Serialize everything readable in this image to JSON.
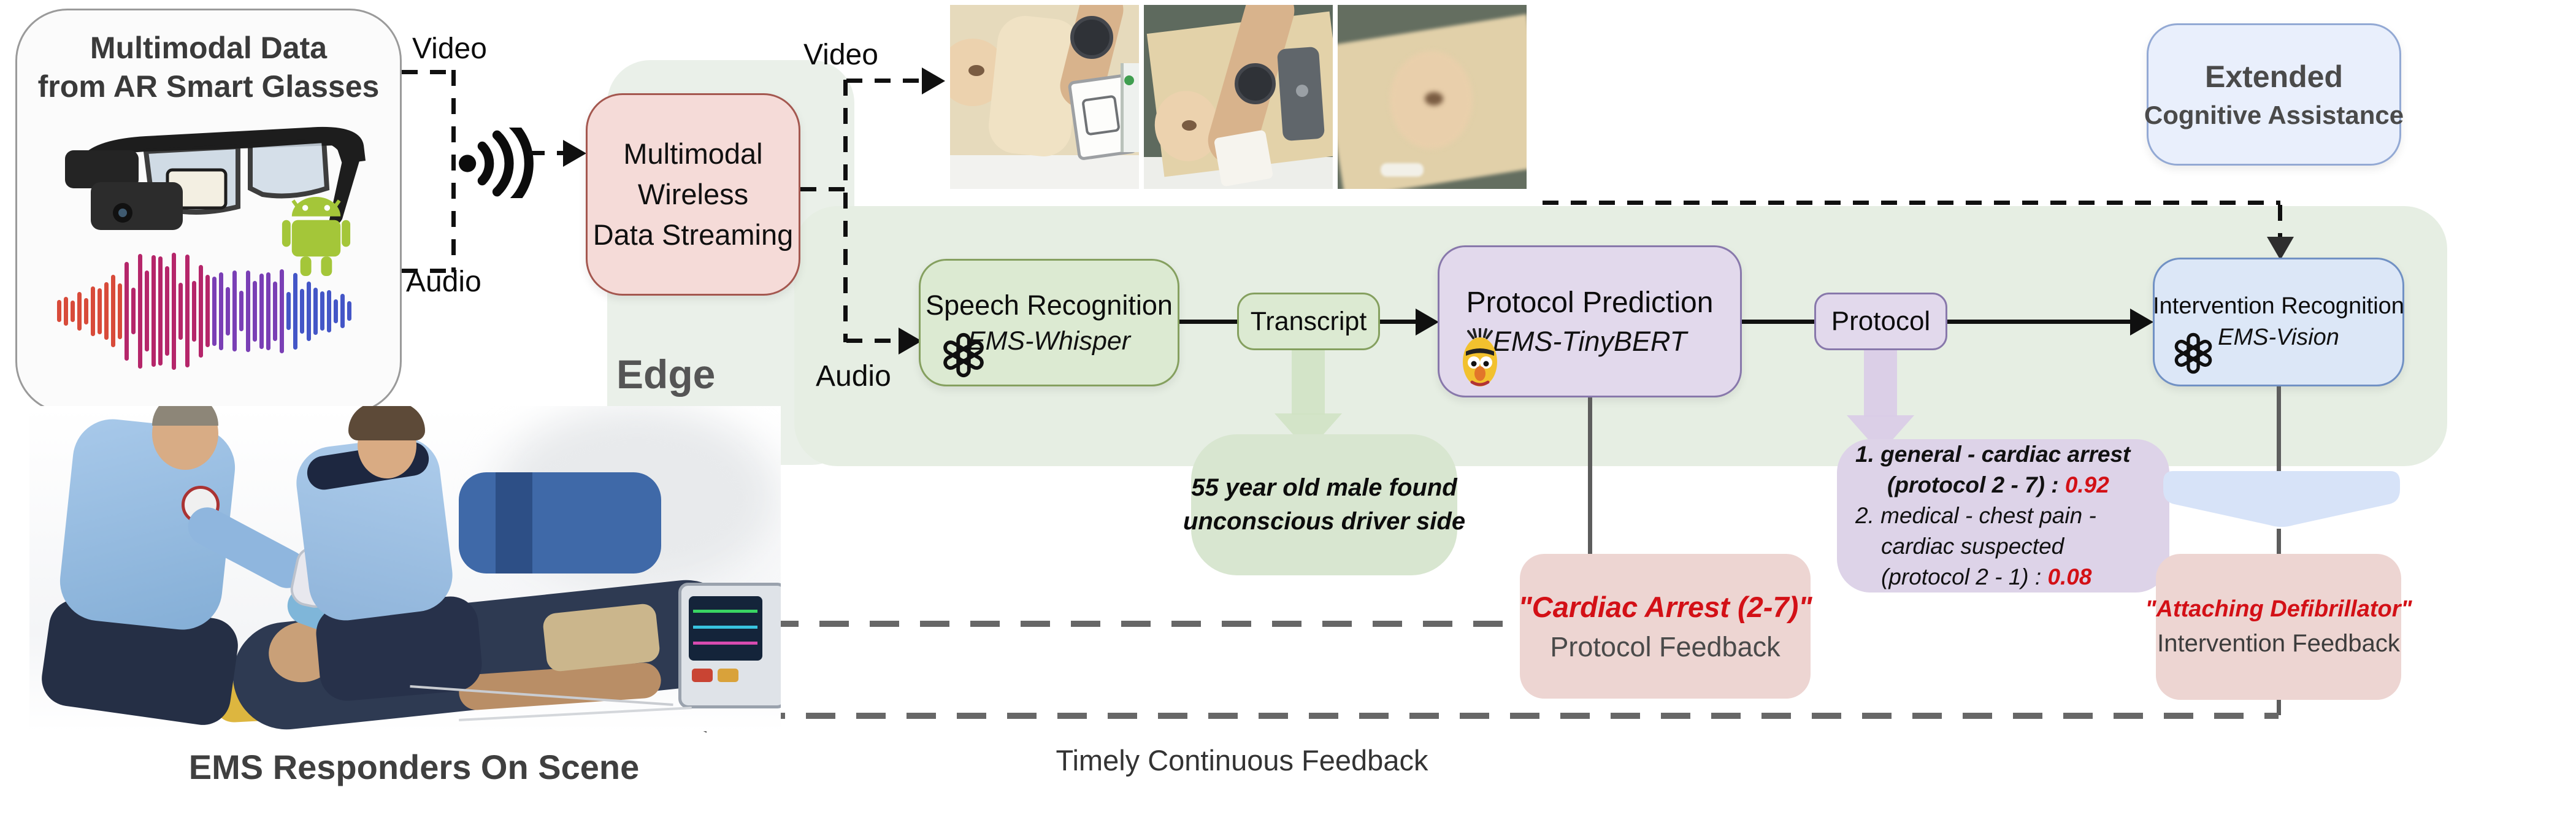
{
  "glasses_box": {
    "title_line1": "Multimodal Data",
    "title_line2": "from AR Smart Glasses"
  },
  "labels": {
    "video_out": "Video",
    "audio_out": "Audio",
    "video_in": "Video",
    "audio_in": "Audio",
    "edge": "Edge",
    "timely_feedback": "Timely Continuous Feedback",
    "responders_caption": "EMS Responders On Scene"
  },
  "streaming_box": {
    "line1": "Multimodal",
    "line2": "Wireless",
    "line3": "Data Streaming"
  },
  "pipeline": {
    "speech_title": "Speech Recognition",
    "speech_model": "EMS-Whisper",
    "transcript_label": "Transcript",
    "protocol_title": "Protocol Prediction",
    "protocol_model": "EMS-TinyBERT",
    "protocol_label": "Protocol",
    "intervention_title": "Intervention Recognition",
    "intervention_model": "EMS-Vision"
  },
  "extended_box": {
    "line1": "Extended",
    "line2": "Cognitive Assistance"
  },
  "transcript_bubble": {
    "line1": "55 year old male found",
    "line2": "unconscious driver side"
  },
  "protocol_results": {
    "r1_text": "1. general - cardiac arrest",
    "r1_sub": "(protocol 2 - 7) : ",
    "r1_score": "0.92",
    "r2_text": "2. medical - chest pain -",
    "r2_text2": "cardiac suspected",
    "r2_sub": "(protocol 2 - 1) : ",
    "r2_score": "0.08"
  },
  "protocol_feedback": {
    "quote": "\"Cardiac Arrest (2-7)\"",
    "label": "Protocol Feedback"
  },
  "intervention_feedback": {
    "quote": "\"Attaching Defibrillator\"",
    "label": "Intervention Feedback"
  },
  "icons": {
    "openai": "openai-logo",
    "bert": "bert-emoji",
    "android": "android-robot",
    "wifi": "wireless-signal",
    "glasses": "ar-smart-glasses",
    "waveform": "audio-waveform"
  },
  "colors": {
    "edge_green": "#eaf0e9",
    "panel_green": "#e6eee3",
    "streaming_pink": "#f5dbd8",
    "speech_green": "#dcead2",
    "protocol_purple": "#e2d9ec",
    "intervention_blue": "#dce7f7",
    "extended_blue": "#e9effc",
    "feedback_pink": "#edd5d2",
    "accent_red": "#d31016"
  }
}
